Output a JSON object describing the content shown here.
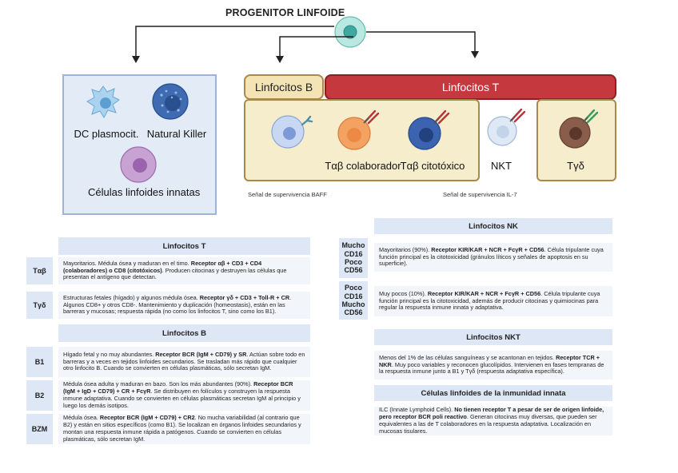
{
  "diagram": {
    "title": "PROGENITOR LINFOIDE",
    "left_group": {
      "dc_label": "DC plasmocit.",
      "nk_label": "Natural Killer",
      "ilc_label": "Células linfoides innatas"
    },
    "b_tab": "Linfocitos B",
    "t_tab": "Linfocitos T",
    "cells": {
      "tab_helper": "Tαβ colaborador",
      "tab_cyto": "Tαβ citotóxico",
      "nkt": "NKT",
      "tgd": "Tγδ"
    },
    "notes": {
      "baff": "Señal de supervivencia BAFF",
      "il7": "Señal de supervivencia IL-7"
    },
    "colors": {
      "b_tab": "#f3e3b5",
      "t_tab": "#c5383e",
      "left_box": "#e3ebf6",
      "progenitor": "#7fcfc2"
    }
  },
  "left_table": {
    "t_header": "Linfocitos T",
    "t_rows": [
      {
        "label": "Tαβ",
        "text": "Mayoritarios. Médula ósea y maduran en el timo. Receptor αβ + CD3 + CD4 (colaboradores) o CD8 (citotóxicos). Producen citocinas y destruyen las células que presentan el antígeno que detectan."
      },
      {
        "label": "Tγδ",
        "text": "Estructuras fetales (hígado) y algunos médula ósea. Receptor γδ + CD3 + Toll-R + CR. Algunos CD8+ y otros CD8-. Mantenimiento y duplicación (homeostasis), están en las barreras y mucosas; respuesta rápida (no como los linfocitos T, sino como los B1)."
      }
    ],
    "b_header": "Linfocitos B",
    "b_rows": [
      {
        "label": "B1",
        "text": "Hígado fetal y no muy abundantes. Receptor BCR (IgM + CD79) y SR. Actúan sobre todo en barreras y a veces en tejidos linfoides secundarios. Se trasladan más rápido que cualquier otro linfocito B. Cuando se convierten en células plasmáticas, sólo secretan IgM."
      },
      {
        "label": "B2",
        "text": "Médula ósea adulta y maduran en bazo. Son los más abundantes (90%). Receptor BCR (IgM + IgD + CD79) + CR + FcγR. Se distribuyen en folículos y construyen la respuesta inmune adaptativa. Cuando se convierten en células plasmáticas secretan IgM al principio y luego los demás isotipos."
      },
      {
        "label": "BZM",
        "text": "Médula ósea. Receptor BCR (IgM + CD79) + CR2. No mucha variabilidad (al contrario que B2) y están en sitios específicos (como B1). Se localizan en órganos linfoides secundarios y montan una respuesta inmune rápida a patógenos. Cuando se convierten en células plasmáticas, sólo secretan IgM."
      }
    ]
  },
  "right_table": {
    "nk_header": "Linfocitos NK",
    "nk_rows": [
      {
        "label": "Mucho CD16 Poco CD56",
        "text": "Mayoritarios (90%). Receptor KIR/KAR + NCR + FcγR + CD56. Célula tripulante cuya función principal es la citotoxicidad (gránulos líticos y señales de apoptosis en su superficie)."
      },
      {
        "label": "Poco CD16 Mucho CD56",
        "text": "Muy pocos (10%). Receptor KIR/KAR + NCR + FcγR + CD56. Célula tripulante cuya función principal es la citotoxicidad, además de producir citocinas y quimiocinas para regular la respuesta inmune innata y adaptativa."
      }
    ],
    "nkt_header": "Linfocitos NKT",
    "nkt_text": "Menos del 1% de las células sanguíneas y se acantonan en tejidos. Receptor TCR + NKR. Muy poco variables y reconocen glucolípidos. Intervienen en fases tempranas de la respuesta inmune junto a B1 y Tγδ (respuesta adaptativa específica).",
    "ilc_header": "Células linfoides de la inmunidad innata",
    "ilc_text": "ILC (Innate Lymphoid Cells). No tienen receptor T a pesar de ser de origen linfoide, pero receptor BCR poli reactivo. Generan citocinas muy diversas, que pueden ser equivalentes a las de T colaboradores en la respuesta adaptativa. Localización en mucosas tisulares."
  }
}
